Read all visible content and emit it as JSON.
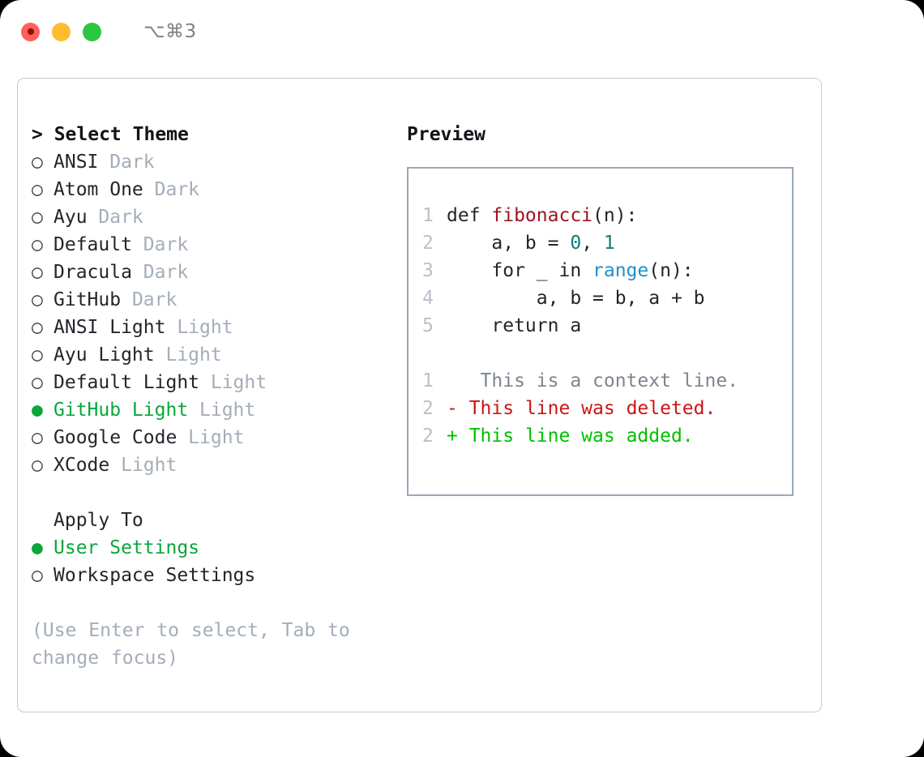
{
  "window": {
    "shortcut": "⌥⌘3",
    "traffic_lights": [
      {
        "name": "close",
        "color": "#ff5f57"
      },
      {
        "name": "minimize",
        "color": "#febc2e"
      },
      {
        "name": "zoom",
        "color": "#28c840"
      }
    ]
  },
  "theme_picker": {
    "prompt": "> Select Theme",
    "bullet_unselected": "○",
    "bullet_selected": "●",
    "items": [
      {
        "name": "ANSI",
        "kind": "Dark",
        "selected": false
      },
      {
        "name": "Atom One",
        "kind": "Dark",
        "selected": false
      },
      {
        "name": "Ayu",
        "kind": "Dark",
        "selected": false
      },
      {
        "name": "Default",
        "kind": "Dark",
        "selected": false
      },
      {
        "name": "Dracula",
        "kind": "Dark",
        "selected": false
      },
      {
        "name": "GitHub",
        "kind": "Dark",
        "selected": false
      },
      {
        "name": "ANSI Light",
        "kind": "Light",
        "selected": false
      },
      {
        "name": "Ayu Light",
        "kind": "Light",
        "selected": false
      },
      {
        "name": "Default Light",
        "kind": "Light",
        "selected": false
      },
      {
        "name": "GitHub Light",
        "kind": "Light",
        "selected": true
      },
      {
        "name": "Google Code",
        "kind": "Light",
        "selected": false
      },
      {
        "name": "XCode",
        "kind": "Light",
        "selected": false
      }
    ]
  },
  "apply_to": {
    "heading": "Apply To",
    "options": [
      {
        "label": "User Settings",
        "selected": true
      },
      {
        "label": "Workspace Settings",
        "selected": false
      }
    ]
  },
  "help_text": "(Use Enter to select, Tab to change focus)",
  "preview": {
    "title": "Preview",
    "code_lines": [
      {
        "num": "1",
        "tokens": [
          {
            "t": "def ",
            "c": "plain"
          },
          {
            "t": "fibonacci",
            "c": "fn"
          },
          {
            "t": "(n):",
            "c": "plain"
          }
        ]
      },
      {
        "num": "2",
        "tokens": [
          {
            "t": "    a, b = ",
            "c": "plain"
          },
          {
            "t": "0",
            "c": "num"
          },
          {
            "t": ", ",
            "c": "plain"
          },
          {
            "t": "1",
            "c": "num"
          }
        ]
      },
      {
        "num": "3",
        "tokens": [
          {
            "t": "    for _ in ",
            "c": "plain"
          },
          {
            "t": "range",
            "c": "call"
          },
          {
            "t": "(n):",
            "c": "plain"
          }
        ]
      },
      {
        "num": "4",
        "tokens": [
          {
            "t": "        a, b = b, a + b",
            "c": "plain"
          }
        ]
      },
      {
        "num": "5",
        "tokens": [
          {
            "t": "    return a",
            "c": "plain"
          }
        ]
      }
    ],
    "diff_lines": [
      {
        "num": "1",
        "marker": " ",
        "text": "  This is a context line.",
        "kind": "ctx"
      },
      {
        "num": "2",
        "marker": "-",
        "text": " This line was deleted.",
        "kind": "del"
      },
      {
        "num": "2",
        "marker": "+",
        "text": " This line was added.",
        "kind": "add"
      }
    ]
  },
  "colors": {
    "accent_green": "#0aa63a",
    "muted": "#a4adb8",
    "fn_red": "#9e1420",
    "call_blue": "#1e90c8",
    "num_teal": "#0e7c7b",
    "diff_del": "#cc1414",
    "diff_add": "#00c000",
    "border": "#9aa8b5"
  }
}
